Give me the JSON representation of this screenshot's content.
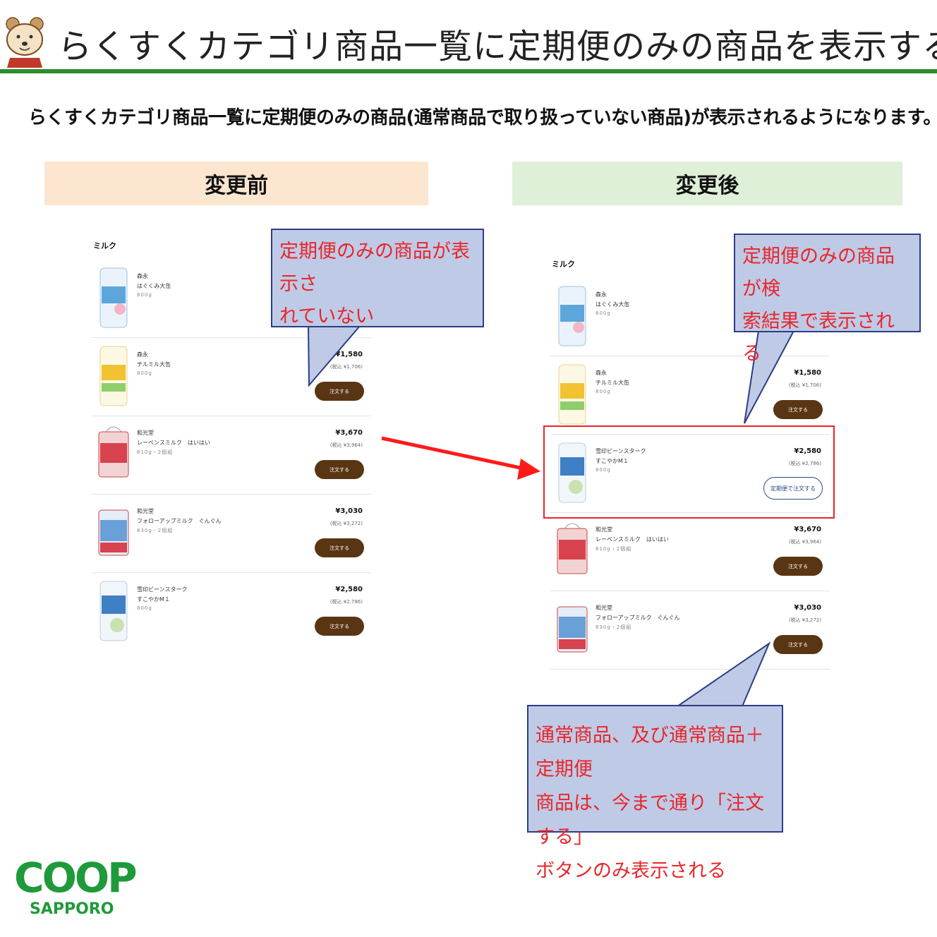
{
  "header": {
    "title": "らくすくカテゴリ商品一覧に定期便のみの商品を表示する",
    "accent_color": "#2e8b2e"
  },
  "subtitle": "らくすくカテゴリ商品一覧に定期便のみの商品(通常商品で取り扱っていない商品)が表示されるようになります。",
  "labels": {
    "before": "変更前",
    "after": "変更後"
  },
  "before": {
    "category": "ミルク",
    "products": [
      {
        "maker": "森永",
        "name": "はぐくみ大缶",
        "size": "800g",
        "price": "",
        "tax_price": "",
        "button": ""
      },
      {
        "maker": "森永",
        "name": "チルミル大缶",
        "size": "800g",
        "price": "¥1,580",
        "tax_price": "(税込 ¥1,706)",
        "button": "注文する"
      },
      {
        "maker": "和光堂",
        "name": "レーベンスミルク　はいはい",
        "size": "810g・2個組",
        "price": "¥3,670",
        "tax_price": "(税込 ¥3,964)",
        "button": "注文する"
      },
      {
        "maker": "和光堂",
        "name": "フォローアップミルク　ぐんぐん",
        "size": "830g・2個組",
        "price": "¥3,030",
        "tax_price": "(税込 ¥3,272)",
        "button": "注文する"
      },
      {
        "maker": "雪印ビーンスターク",
        "name": "すこやかM１",
        "size": "800g",
        "price": "¥2,580",
        "tax_price": "(税込 ¥2,786)",
        "button": "注文する"
      }
    ]
  },
  "after": {
    "category": "ミルク",
    "products": [
      {
        "maker": "森永",
        "name": "はぐくみ大缶",
        "size": "800g",
        "price": "",
        "tax_price": "",
        "button": ""
      },
      {
        "maker": "森永",
        "name": "チルミル大缶",
        "size": "800g",
        "price": "¥1,580",
        "tax_price": "(税込 ¥1,706)",
        "button": "注文する"
      },
      {
        "maker": "雪印ビーンスターク",
        "name": "すこやかM１",
        "size": "800g",
        "price": "¥2,580",
        "tax_price": "(税込 ¥2,786)",
        "button": "定期便で注文する"
      },
      {
        "maker": "和光堂",
        "name": "レーベンスミルク　はいはい",
        "size": "810g・2個組",
        "price": "¥3,670",
        "tax_price": "(税込 ¥3,964)",
        "button": "注文する"
      },
      {
        "maker": "和光堂",
        "name": "フォローアップミルク　ぐんぐん",
        "size": "830g・2個組",
        "price": "¥3,030",
        "tax_price": "(税込 ¥3,272)",
        "button": "注文する"
      }
    ]
  },
  "callouts": {
    "c1_line1": "定期便のみの商品が表示さ",
    "c1_line2": "れていない",
    "c2_line1": "定期便のみの商品が検",
    "c2_line2": "索結果で表示される",
    "c3_line1": "通常商品、及び通常商品＋定期便",
    "c3_line2": "商品は、今まで通り「注文する」",
    "c3_line3": "ボタンのみ表示される"
  },
  "logo": {
    "line1": "COOP",
    "line2": "SAPPORO",
    "color": "#1f9a3a"
  }
}
